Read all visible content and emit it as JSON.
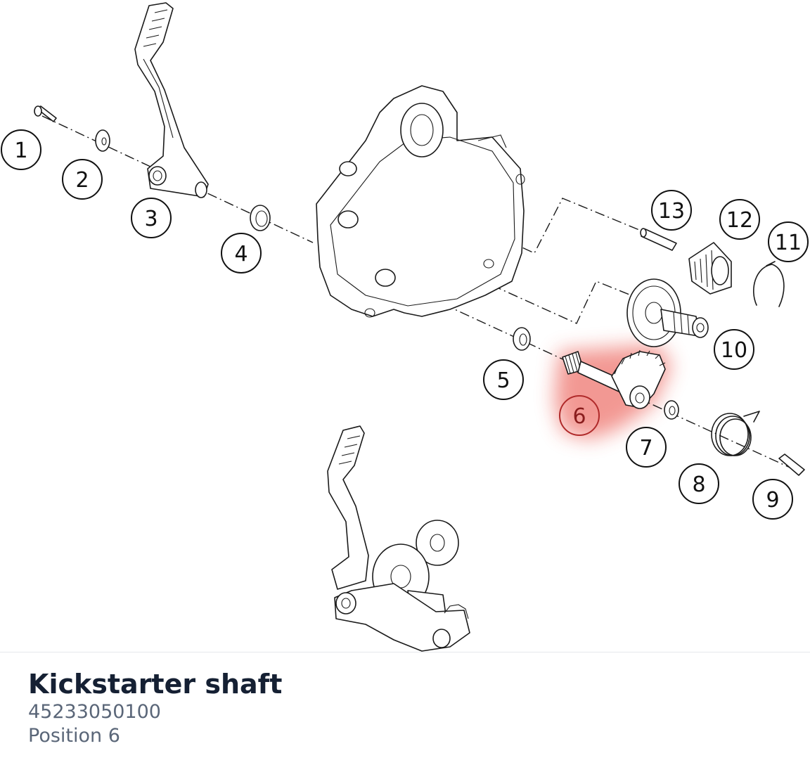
{
  "part": {
    "title": "Kickstarter shaft",
    "number": "45233050100",
    "position_label": "Position 6"
  },
  "highlight": {
    "position": "6",
    "color": "#e8443a"
  },
  "callouts": [
    "1",
    "2",
    "3",
    "4",
    "5",
    "6",
    "7",
    "8",
    "9",
    "10",
    "11",
    "12",
    "13"
  ]
}
